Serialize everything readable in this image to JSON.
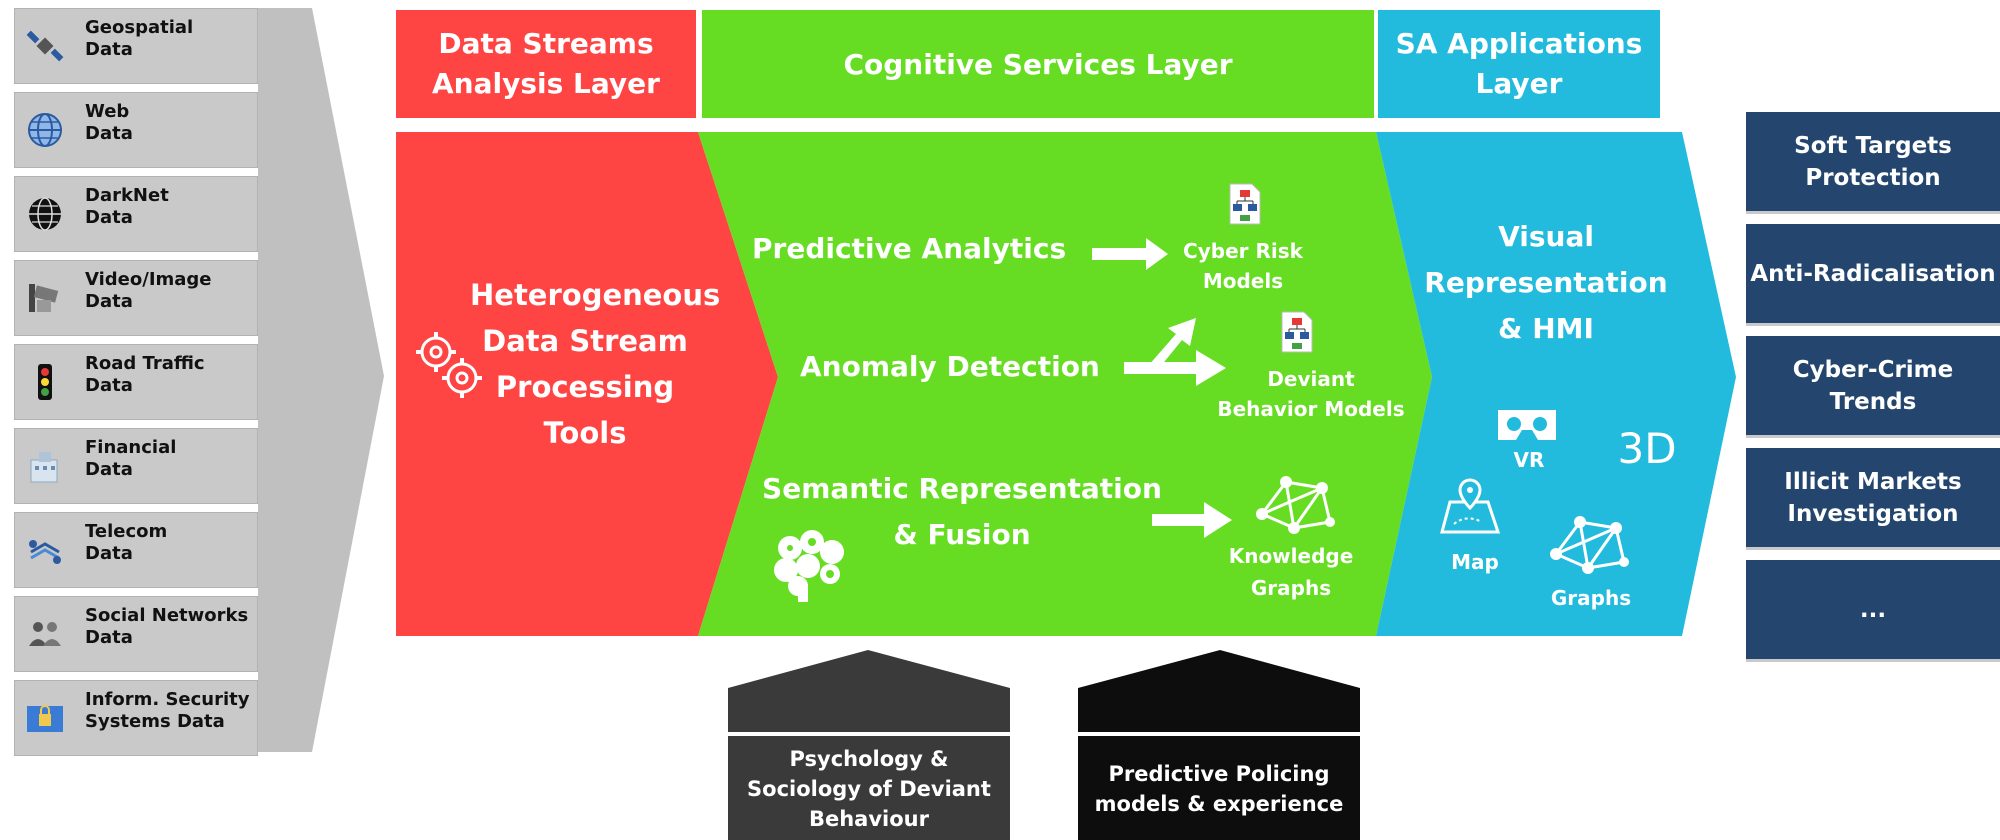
{
  "sources": [
    {
      "label": "Geospatial\nData",
      "icon": "satellite-icon"
    },
    {
      "label": "Web\nData",
      "icon": "globe-icon"
    },
    {
      "label": "DarkNet\nData",
      "icon": "darknet-globe-icon"
    },
    {
      "label": "Video/Image\nData",
      "icon": "cctv-camera-icon"
    },
    {
      "label": "Road Traffic\nData",
      "icon": "traffic-light-icon"
    },
    {
      "label": "Financial\nData",
      "icon": "finance-icon"
    },
    {
      "label": "Telecom\nData",
      "icon": "telecom-icon"
    },
    {
      "label": "Social Networks\nData",
      "icon": "people-icon"
    },
    {
      "label": "Inform. Security\nSystems Data",
      "icon": "lock-icon"
    }
  ],
  "layers": {
    "data_streams": {
      "title": "Data Streams\nAnalysis Layer",
      "color": "#ff4444"
    },
    "cognitive": {
      "title": "Cognitive Services Layer",
      "color": "#66dd22"
    },
    "sa_apps": {
      "title": "SA Applications\nLayer",
      "color": "#22bbdd"
    }
  },
  "data_streams_body": "Heterogeneous\nData Stream\nProcessing\nTools",
  "cognitive_items": {
    "predictive": "Predictive Analytics",
    "anomaly": "Anomaly Detection",
    "semantic": "Semantic Representation\n& Fusion"
  },
  "model_outputs": {
    "cyber_risk": "Cyber Risk\nModels",
    "deviant": "Deviant\nBehavior Models",
    "knowledge": "Knowledge\nGraphs"
  },
  "sa_apps_body": {
    "visual": "Visual\nRepresentation\n& HMI",
    "vr": "VR",
    "three_d": "3D",
    "map": "Map",
    "graphs": "Graphs"
  },
  "outputs": [
    "Soft Targets\nProtection",
    "Anti-Radicalisation",
    "Cyber-Crime\nTrends",
    "Illicit Markets\nInvestigation",
    "..."
  ],
  "inputs": {
    "psychology": "Psychology &\nSociology of Deviant\nBehaviour",
    "policing": "Predictive Policing\nmodels & experience"
  },
  "colors": {
    "red": "#ff4444",
    "green": "#66dd22",
    "blue": "#22bbdd",
    "navy": "#24466e",
    "gray": "#c9c9c9",
    "dark": "#3a3a3a",
    "black": "#0d0d0d"
  }
}
